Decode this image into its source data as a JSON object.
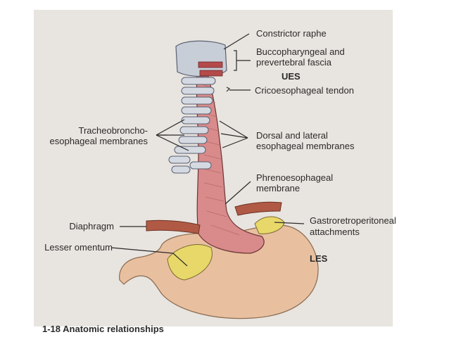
{
  "labels": {
    "constrictor_raphe": "Constrictor raphe",
    "bucco_line1": "Buccopharyngeal and",
    "bucco_line2": "prevertebral fascia",
    "ues": "UES",
    "crico": "Cricoesophageal tendon",
    "tracheo_line1": "Tracheobroncho-",
    "tracheo_line2": "esophageal membranes",
    "dorsal_line1": "Dorsal and lateral",
    "dorsal_line2": "esophageal membranes",
    "phreno_line1": "Phrenoesophageal",
    "phreno_line2": "membrane",
    "diaphragm": "Diaphragm",
    "gastro_line1": "Gastroretroperitoneal",
    "gastro_line2": "attachments",
    "lesser_omentum": "Lesser omentum",
    "les": "LES",
    "caption": "1-18  Anatomic relationships"
  },
  "colors": {
    "background": "#ffffff",
    "photo": "#e8e4df",
    "esophagus": "#d98a8a",
    "stomach": "#e8c0a0",
    "attachments": "#e8d86a",
    "diaphragm": "#b05a45",
    "cartilage": "#c8ced8"
  }
}
